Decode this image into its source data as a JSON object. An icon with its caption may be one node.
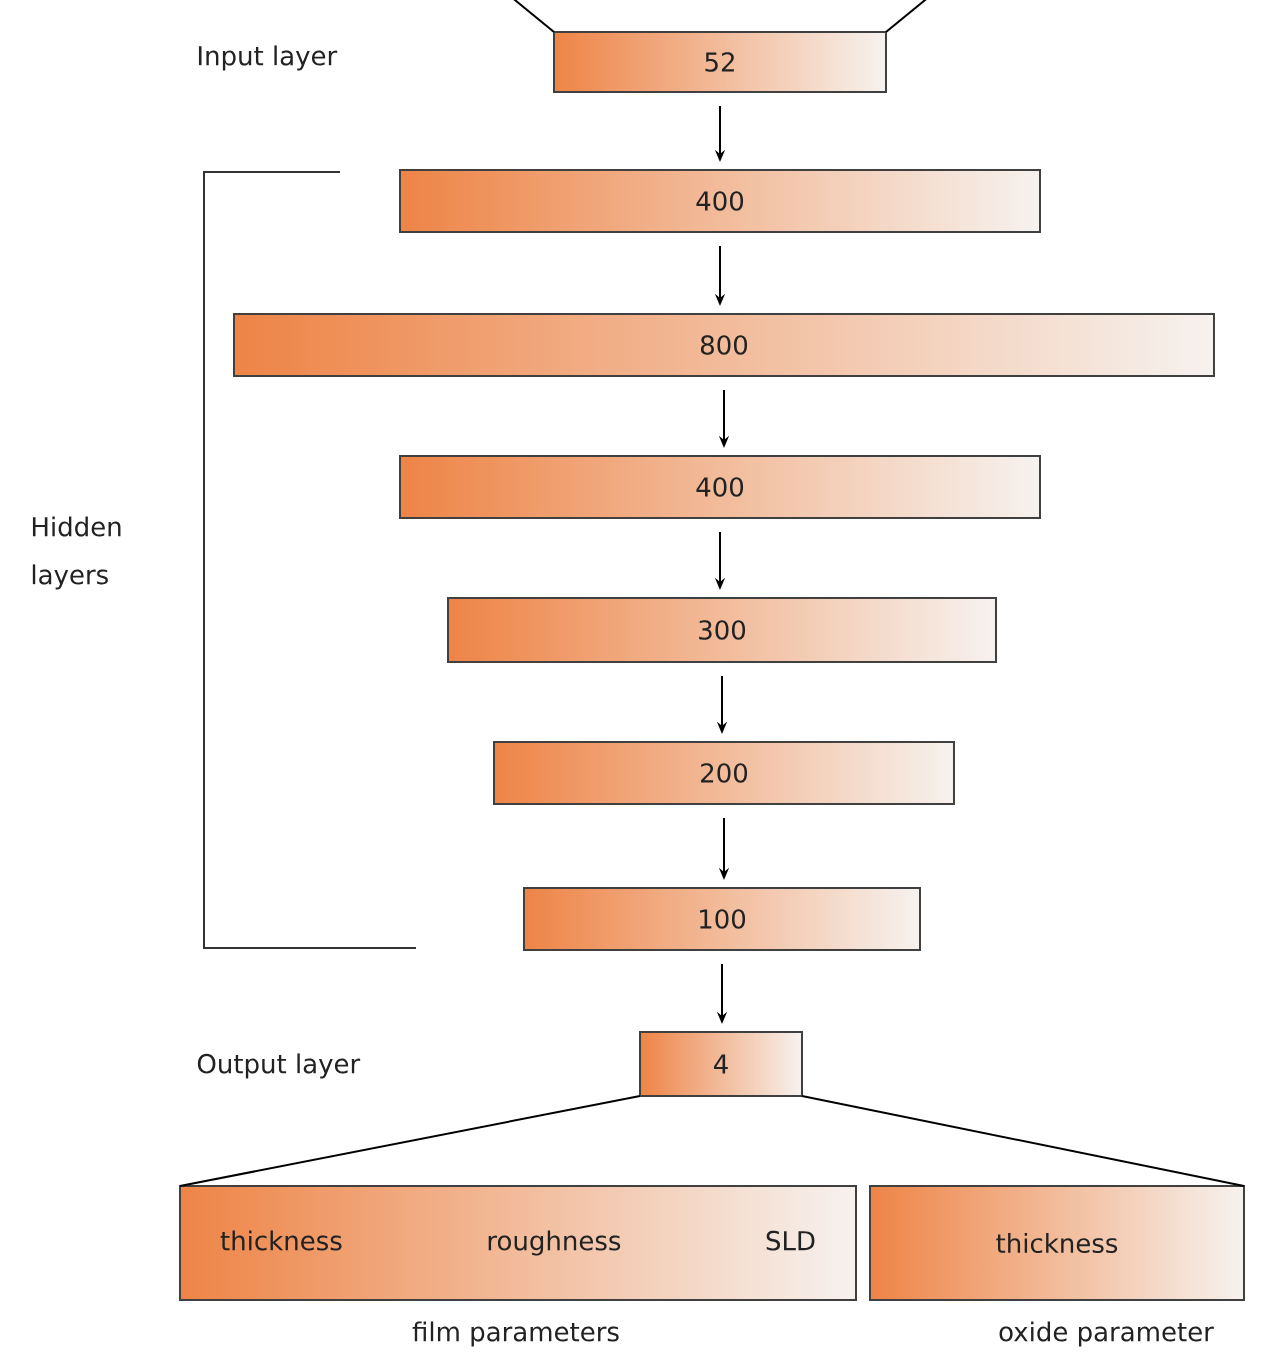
{
  "diagram": {
    "nodes": [
      {
        "text": [
          "52"
        ]
      },
      {
        "text": [
          "400"
        ]
      },
      {
        "text": [
          "800"
        ]
      },
      {
        "text": [
          "400"
        ]
      },
      {
        "text": [
          "300"
        ]
      },
      {
        "text": [
          "200"
        ]
      },
      {
        "text": [
          "100"
        ]
      },
      {
        "text": [
          "4"
        ]
      },
      {
        "text": [
          "thickness",
          "roughness",
          "SLD"
        ],
        "beside": [
          "film parameters"
        ]
      },
      {
        "text": [
          "thickness"
        ],
        "beside": [
          "oxide parameter"
        ]
      }
    ],
    "edges": [
      {
        "from": null,
        "to": 0,
        "arrow": "none"
      },
      {
        "from": null,
        "to": 0,
        "arrow": "none"
      },
      {
        "from": 0,
        "to": 1,
        "arrow": "to"
      },
      {
        "from": 1,
        "to": 2,
        "arrow": "to"
      },
      {
        "from": 2,
        "to": 3,
        "arrow": "to"
      },
      {
        "from": 3,
        "to": 4,
        "arrow": "to"
      },
      {
        "from": 4,
        "to": 5,
        "arrow": "to"
      },
      {
        "from": 5,
        "to": 6,
        "arrow": "to"
      },
      {
        "from": 6,
        "to": 7,
        "arrow": "to"
      },
      {
        "from": 7,
        "to": 8,
        "arrow": "none"
      },
      {
        "from": 7,
        "to": 9,
        "arrow": "none"
      }
    ],
    "labels": [
      "Input layer",
      "Hidden layers",
      "Output layer"
    ]
  }
}
